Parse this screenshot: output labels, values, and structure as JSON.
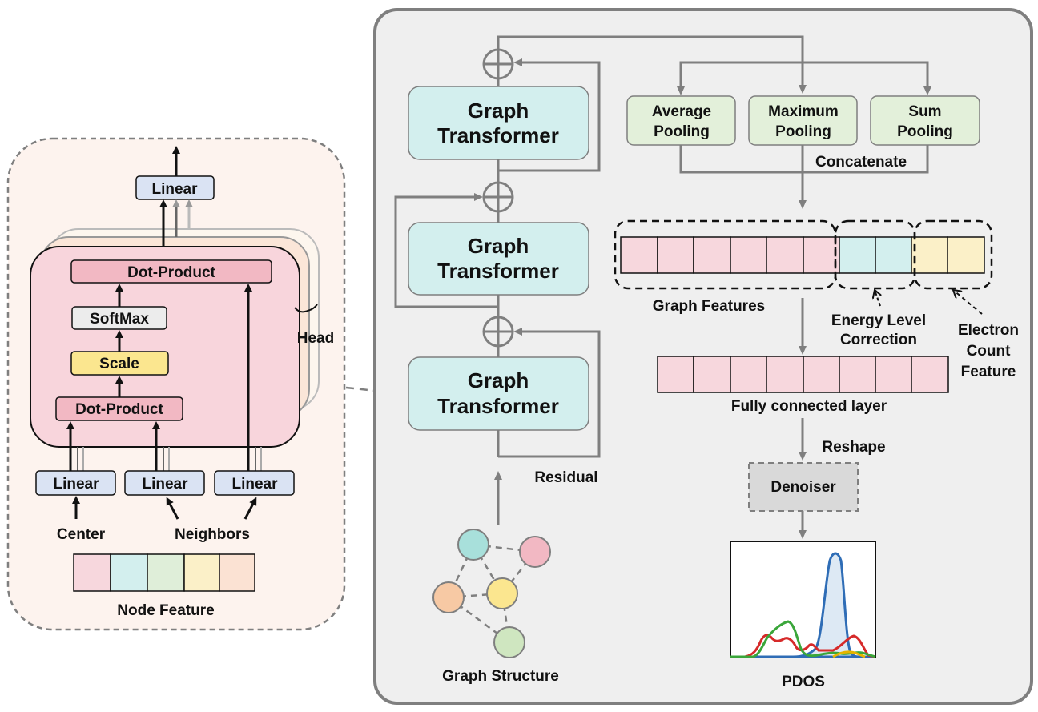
{
  "left_panel": {
    "linear_top": "Linear",
    "dot_product_top": "Dot-Product",
    "softmax": "SoftMax",
    "scale": "Scale",
    "dot_product_bottom": "Dot-Product",
    "head_label": "Head",
    "linear_inputs": [
      "Linear",
      "Linear",
      "Linear"
    ],
    "center_label": "Center",
    "neighbors_label": "Neighbors",
    "node_feature_label": "Node Feature",
    "node_feature_colors": [
      "#f7d7dd",
      "#d3efee",
      "#dfeed9",
      "#fbf0c8",
      "#fbe2d3"
    ]
  },
  "right_panel": {
    "graph_transformer_line1": "Graph",
    "graph_transformer_line2": "Transformer",
    "residual_label": "Residual",
    "graph_structure_label": "Graph Structure",
    "pooling": [
      {
        "line1": "Average",
        "line2": "Pooling"
      },
      {
        "line1": "Maximum",
        "line2": "Pooling"
      },
      {
        "line1": "Sum",
        "line2": "Pooling"
      }
    ],
    "concatenate_label": "Concatenate",
    "graph_features_label": "Graph Features",
    "energy_level_line1": "Energy Level",
    "energy_level_line2": "Correction",
    "electron_line1": "Electron",
    "electron_line2": "Count",
    "electron_line3": "Feature",
    "fully_connected_label": "Fully connected layer",
    "reshape_label": "Reshape",
    "denoiser_label": "Denoiser",
    "pdos_label": "PDOS"
  },
  "colors": {
    "panel_bg": "#efefef",
    "left_bg": "#fdf3ee",
    "transformer_fill": "#d3efee",
    "pooling_fill": "#e3f0da",
    "feature_pink": "#f7d7dd",
    "feature_cyan": "#d3efee",
    "feature_yellow": "#fbf0c8",
    "linear_fill": "#dae3f3",
    "dot_fill": "#f2b8c3",
    "softmax_fill": "#ececec",
    "scale_fill": "#fbe68f",
    "head_fill": "#f8d5dc",
    "denoiser_fill": "#d9d9d9",
    "pdos_blue": "#2f6db6",
    "pdos_red": "#d62a2a",
    "pdos_green": "#3aa63a"
  }
}
